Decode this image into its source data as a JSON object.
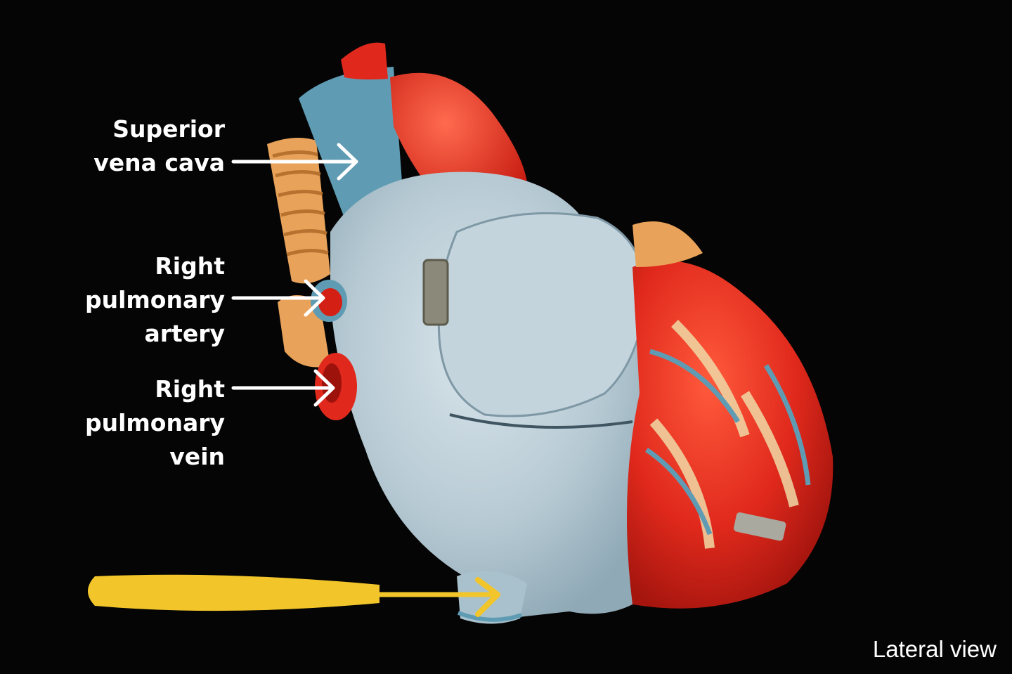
{
  "labels": {
    "svc": "Superior\nvena cava",
    "rpa": "Right\npulmonary\nartery",
    "rpv": "Right\npulmonary\nvein"
  },
  "caption": "Lateral view",
  "colors": {
    "background": "#050505",
    "label_text": "#ffffff",
    "arrow_white": "#ffffff",
    "highlight_yellow": "#f2c62a",
    "atrium_blue": "#b9ccd6",
    "vessel_blue": "#5f9cb4",
    "muscle_red": "#e0291c",
    "fat_tan": "#e8a25a"
  }
}
